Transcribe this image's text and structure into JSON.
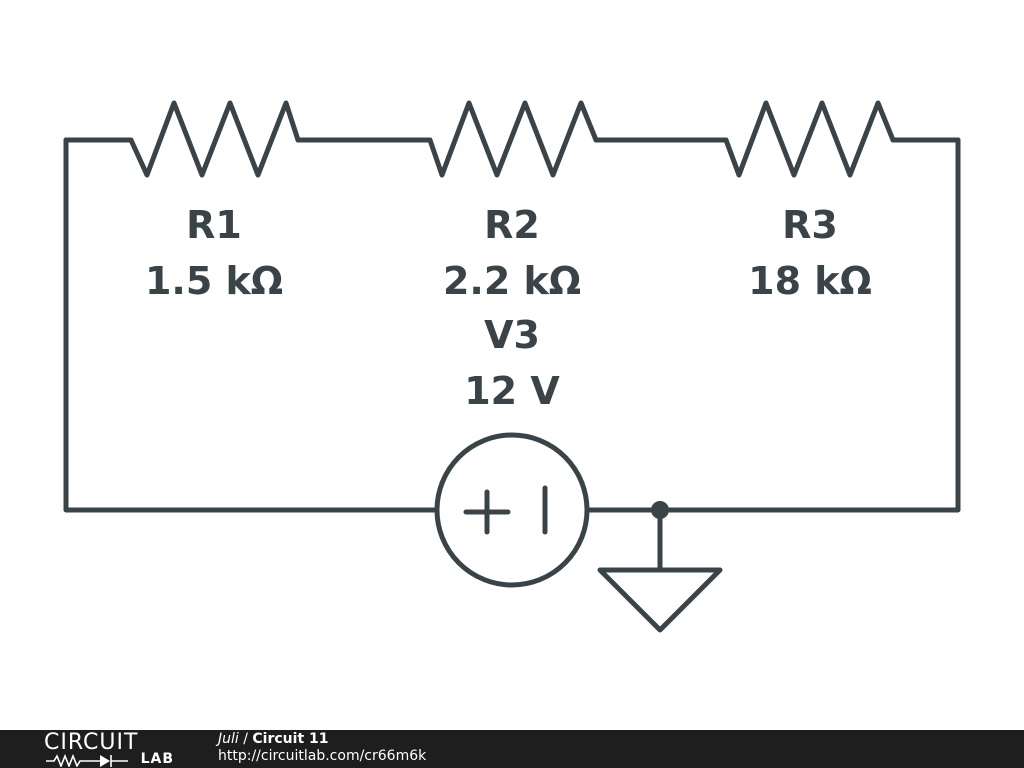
{
  "components": {
    "r1": {
      "name": "R1",
      "value": "1.5 kΩ"
    },
    "r2": {
      "name": "R2",
      "value": "2.2 kΩ"
    },
    "r3": {
      "name": "R3",
      "value": "18 kΩ"
    },
    "v3": {
      "name": "V3",
      "value": "12 V"
    }
  },
  "footer": {
    "logo_top": "CIRCUIT",
    "logo_bottom": "LAB",
    "author": "Juli",
    "separator": " / ",
    "title": "Circuit 11",
    "url": "http://circuitlab.com/cr66m6k"
  },
  "colors": {
    "wire": "#3a4347",
    "footer_bg": "#1e1e1e"
  }
}
